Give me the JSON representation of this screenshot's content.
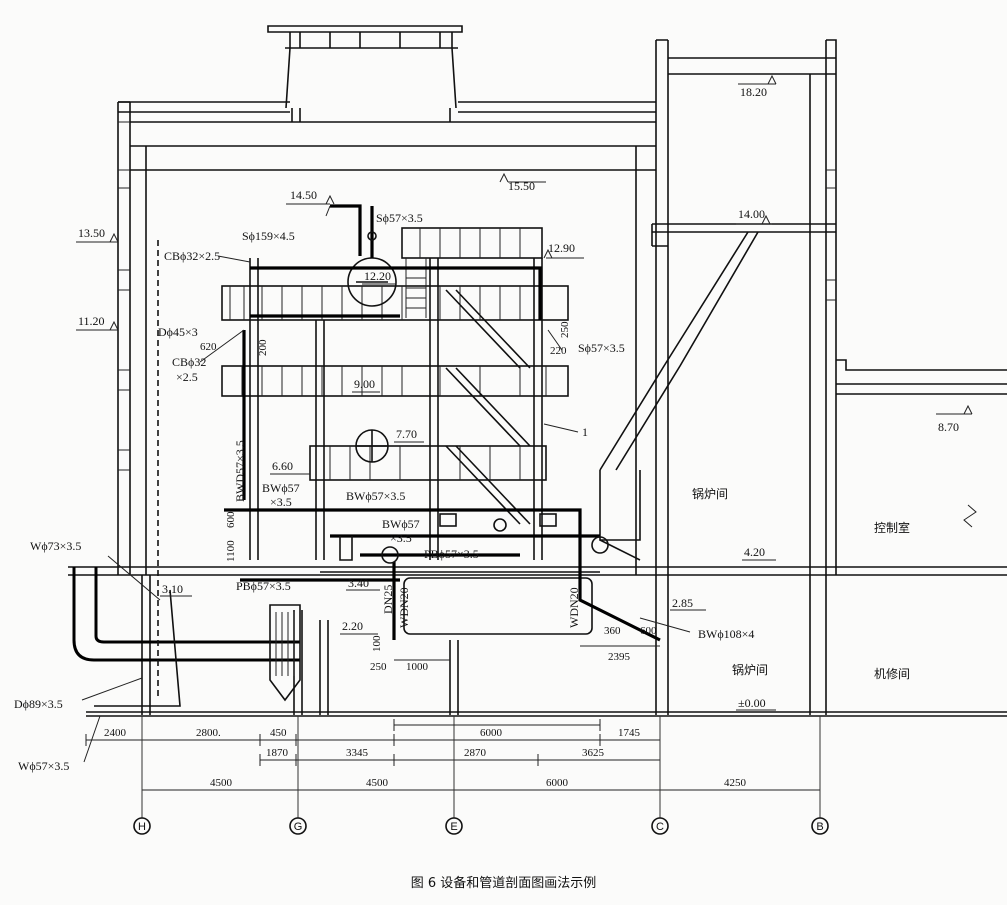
{
  "caption": "图 6   设备和管道剖面图画法示例",
  "elevations": [
    "18.20",
    "15.50",
    "14.50",
    "14.00",
    "13.50",
    "12.90",
    "12.20",
    "11.20",
    "9.00",
    "8.70",
    "7.70",
    "6.60",
    "4.20",
    "3.40",
    "3.10",
    "2.85",
    "2.20",
    "±0.00"
  ],
  "pipe_labels": [
    "Sϕ159×4.5",
    "Sϕ57×3.5",
    "CBϕ32×2.5",
    "Dϕ45×3",
    "CBϕ32",
    "×2.5",
    "BWD57×3.5",
    "BWϕ57",
    "×3.5",
    "BWϕ57×3.5",
    "BWϕ57",
    "×3.5",
    "PBϕ57×3.5",
    "PBϕ57×3.5",
    "Wϕ73×3.5",
    "Dϕ89×3.5",
    "Wϕ57×3.5",
    "Sϕ57×3.5",
    "BWϕ108×4",
    "DN25",
    "WDN20",
    "WDN20"
  ],
  "dimensions": [
    "620",
    "200",
    "250",
    "220",
    "1100",
    "600",
    "100",
    "250",
    "1000",
    "360",
    "600",
    "2395",
    "2400",
    "2800.",
    "450",
    "6000",
    "1745",
    "1870",
    "3345",
    "2870",
    "3625",
    "4500",
    "4500",
    "6000",
    "4250"
  ],
  "rooms": [
    "锅炉间",
    "控制室",
    "锅炉间",
    "机修间"
  ],
  "axes": [
    "H",
    "G",
    "E",
    "C",
    "B"
  ],
  "tag_number": "1"
}
